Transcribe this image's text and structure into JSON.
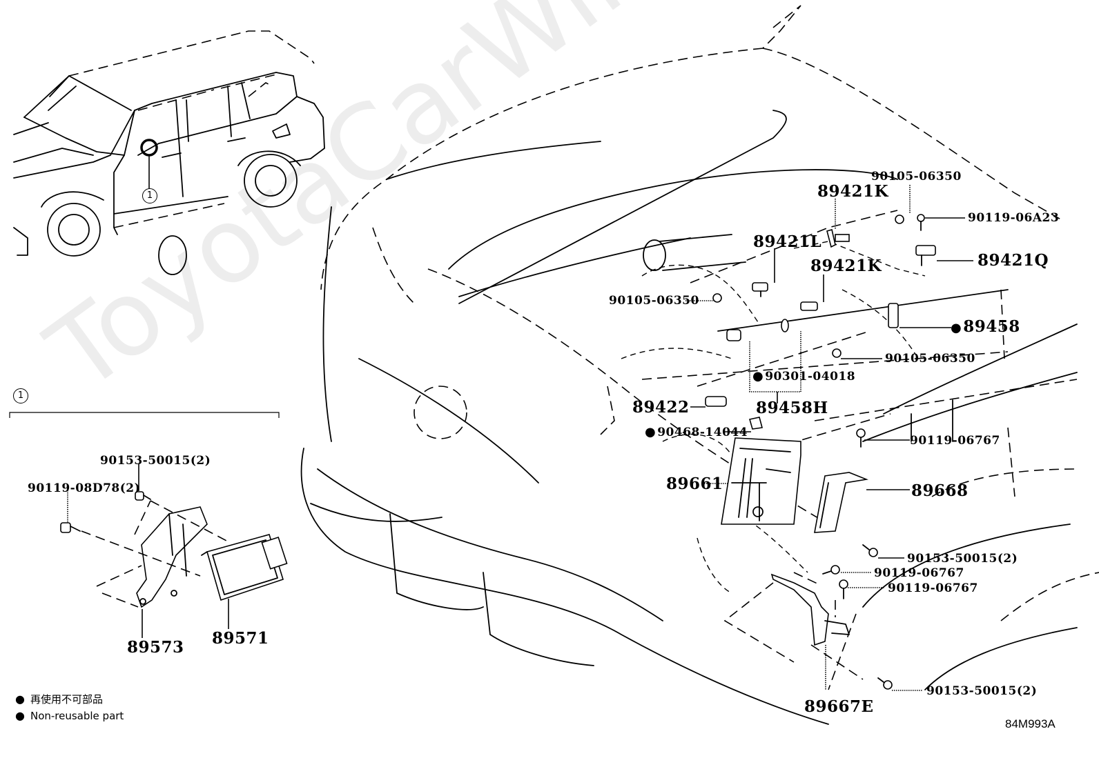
{
  "diagram": {
    "title_code": "84M993A",
    "watermark": "ToyotaCarWiner.ru",
    "callout_ref": "1",
    "vehicle_callout_ref": "1",
    "main_parts": [
      {
        "id": "p1",
        "number": "90105-06350",
        "non_reusable": false
      },
      {
        "id": "p2",
        "number": "89421K",
        "non_reusable": false
      },
      {
        "id": "p3",
        "number": "90119-06A23",
        "non_reusable": false
      },
      {
        "id": "p4",
        "number": "89421Q",
        "non_reusable": false
      },
      {
        "id": "p5",
        "number": "89421L",
        "non_reusable": false
      },
      {
        "id": "p6",
        "number": "89421K",
        "non_reusable": false
      },
      {
        "id": "p7",
        "number": "90105-06350",
        "non_reusable": false
      },
      {
        "id": "p8",
        "number": "89458",
        "non_reusable": true
      },
      {
        "id": "p9",
        "number": "90105-06350",
        "non_reusable": false
      },
      {
        "id": "p10",
        "number": "90301-04018",
        "non_reusable": true
      },
      {
        "id": "p11",
        "number": "89422",
        "non_reusable": false
      },
      {
        "id": "p12",
        "number": "89458H",
        "non_reusable": false
      },
      {
        "id": "p13",
        "number": "90468-14044",
        "non_reusable": true
      },
      {
        "id": "p14",
        "number": "90119-06767",
        "non_reusable": false
      },
      {
        "id": "p15",
        "number": "89661",
        "non_reusable": false
      },
      {
        "id": "p16",
        "number": "89668",
        "non_reusable": false
      },
      {
        "id": "p17",
        "number": "90153-50015(2)",
        "non_reusable": false
      },
      {
        "id": "p18",
        "number": "90119-06767",
        "non_reusable": false
      },
      {
        "id": "p19",
        "number": "90119-06767",
        "non_reusable": false
      },
      {
        "id": "p20",
        "number": "90153-50015(2)",
        "non_reusable": false
      },
      {
        "id": "p21",
        "number": "89667E",
        "non_reusable": false
      }
    ],
    "detail_parts": [
      {
        "id": "d1",
        "number": "90153-50015(2)"
      },
      {
        "id": "d2",
        "number": "90119-08D78(2)"
      },
      {
        "id": "d3",
        "number": "89573"
      },
      {
        "id": "d4",
        "number": "89571"
      }
    ],
    "legend": [
      {
        "symbol": "●",
        "text": "再使用不可部品"
      },
      {
        "symbol": "●",
        "text": "Non-reusable part"
      }
    ]
  }
}
